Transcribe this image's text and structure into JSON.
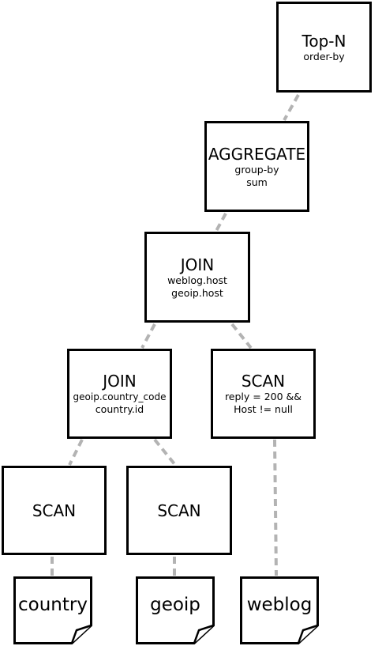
{
  "nodes": {
    "topn": {
      "title": "Top-N",
      "details": [
        "order-by"
      ]
    },
    "aggregate": {
      "title": "AGGREGATE",
      "details": [
        "group-by",
        "sum"
      ]
    },
    "join1": {
      "title": "JOIN",
      "details": [
        "weblog.host",
        "geoip.host"
      ]
    },
    "join2": {
      "title": "JOIN",
      "details": [
        "geoip.country_code",
        "country.id"
      ]
    },
    "scan_weblog": {
      "title": "SCAN",
      "details": [
        "reply = 200 &&",
        "Host != null"
      ]
    },
    "scan_country": {
      "title": "SCAN",
      "details": []
    },
    "scan_geoip": {
      "title": "SCAN",
      "details": []
    }
  },
  "tables": {
    "country": "country",
    "geoip": "geoip",
    "weblog": "weblog"
  },
  "colors": {
    "edge": "#b3b3b3",
    "border": "#000000",
    "fill": "#ffffff"
  }
}
